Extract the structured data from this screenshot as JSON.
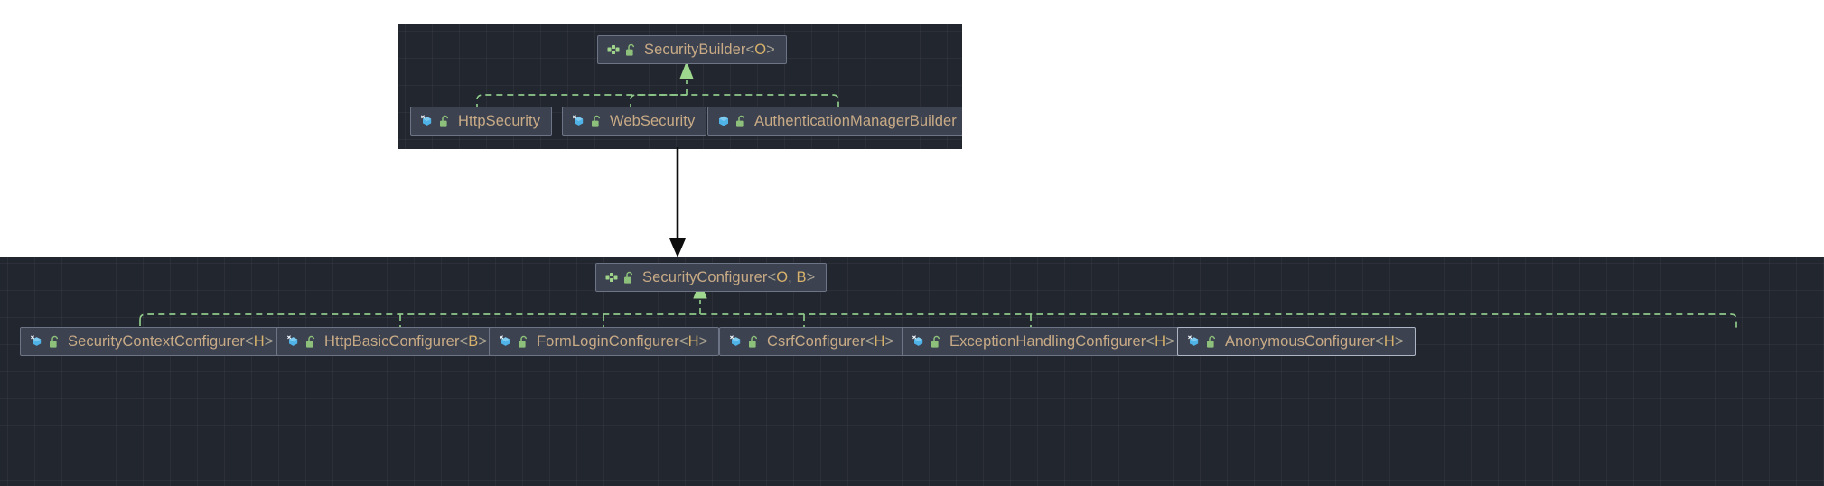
{
  "diagram": {
    "title": "Spring Security class hierarchy diagram",
    "theme": {
      "canvas_bg": "#ffffff",
      "panel_bg": "#22262e",
      "grid_line": "#2d323c",
      "node_fill": "#3c4250",
      "node_border": "#6d7485",
      "node_border_selected": "#aeb5c4",
      "label_color": "#c9ab86",
      "generic_color": "#d8b26a",
      "edge_color": "#8fc98a",
      "link_arrow_color": "#0d0d0d",
      "interface_icon_color": "#9fd48a",
      "class_icon_color": "#58b9e8",
      "lock_icon_color": "#8dc07a"
    },
    "panels": [
      {
        "name": "security-builder-panel",
        "parent": {
          "id": "security-builder",
          "label": "SecurityBuilder",
          "generics": "<O>",
          "kind": "interface",
          "icon": "interface-icon",
          "lock_icon": "unlocked-padlock-icon",
          "modifier": "public"
        },
        "children": [
          {
            "id": "http-security",
            "label": "HttpSecurity",
            "generics": "",
            "kind": "class",
            "icon": "final-class-icon",
            "lock_icon": "unlocked-padlock-icon",
            "modifier": "public",
            "final": true
          },
          {
            "id": "web-security",
            "label": "WebSecurity",
            "generics": "",
            "kind": "class",
            "icon": "final-class-icon",
            "lock_icon": "unlocked-padlock-icon",
            "modifier": "public",
            "final": true
          },
          {
            "id": "authentication-manager-builder",
            "label": "AuthenticationManagerBuilder",
            "generics": "",
            "kind": "class",
            "icon": "class-icon",
            "lock_icon": "unlocked-padlock-icon",
            "modifier": "public",
            "final": false
          }
        ],
        "edge_type": "realization-dashed"
      },
      {
        "name": "security-configurer-panel",
        "parent": {
          "id": "security-configurer",
          "label": "SecurityConfigurer",
          "generics": "<O, B>",
          "kind": "interface",
          "icon": "interface-icon",
          "lock_icon": "unlocked-padlock-icon",
          "modifier": "public"
        },
        "children": [
          {
            "id": "security-context-configurer",
            "label": "SecurityContextConfigurer",
            "generics": "<H>",
            "kind": "class",
            "icon": "final-class-icon",
            "lock_icon": "unlocked-padlock-icon",
            "modifier": "public",
            "final": true
          },
          {
            "id": "http-basic-configurer",
            "label": "HttpBasicConfigurer",
            "generics": "<B>",
            "kind": "class",
            "icon": "final-class-icon",
            "lock_icon": "unlocked-padlock-icon",
            "modifier": "public",
            "final": true
          },
          {
            "id": "form-login-configurer",
            "label": "FormLoginConfigurer",
            "generics": "<H>",
            "kind": "class",
            "icon": "final-class-icon",
            "lock_icon": "unlocked-padlock-icon",
            "modifier": "public",
            "final": true
          },
          {
            "id": "csrf-configurer",
            "label": "CsrfConfigurer",
            "generics": "<H>",
            "kind": "class",
            "icon": "final-class-icon",
            "lock_icon": "unlocked-padlock-icon",
            "modifier": "public",
            "final": true
          },
          {
            "id": "exception-handling-configurer",
            "label": "ExceptionHandlingConfigurer",
            "generics": "<H>",
            "kind": "class",
            "icon": "final-class-icon",
            "lock_icon": "unlocked-padlock-icon",
            "modifier": "public",
            "final": true
          },
          {
            "id": "anonymous-configurer",
            "label": "AnonymousConfigurer",
            "generics": "<H>",
            "kind": "class",
            "icon": "final-class-icon",
            "lock_icon": "unlocked-padlock-icon",
            "modifier": "public",
            "final": true,
            "selected": true
          }
        ],
        "edge_type": "realization-dashed"
      }
    ],
    "link": {
      "name": "panel-link-arrow",
      "from": "security-builder-panel",
      "to": "security-configurer-panel",
      "style": "solid-black-arrow",
      "direction": "down"
    }
  }
}
